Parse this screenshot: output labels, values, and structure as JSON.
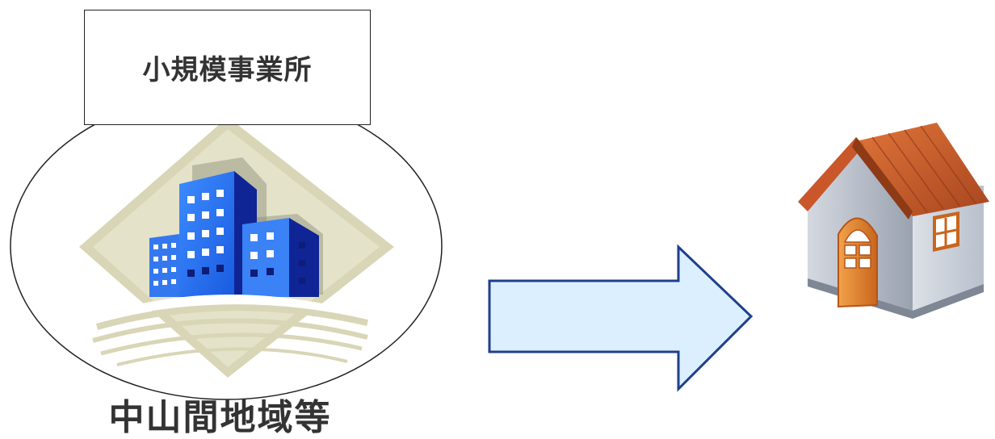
{
  "diagram": {
    "source": {
      "title": "小規模事業所",
      "region_label": "中山間地域等",
      "icon": "office-buildings-icon"
    },
    "arrow": {
      "direction": "right",
      "fill_color": "#dcefff",
      "stroke_color": "#1f3f8a"
    },
    "target": {
      "icon": "house-icon"
    }
  }
}
